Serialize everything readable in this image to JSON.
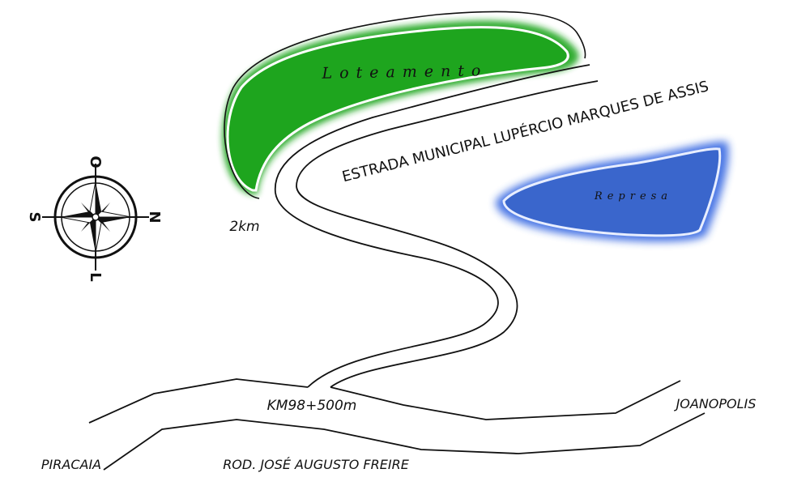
{
  "areas": {
    "loteamento": {
      "label": "Loteamento",
      "color": "#1ea51e"
    },
    "represa": {
      "label": "Represa",
      "color": "#3a66cc"
    }
  },
  "roads": {
    "estrada_municipal": "ESTRADA MUNICIPAL LUPÉRCIO MARQUES DE ASSIS",
    "rodovia": "ROD. JOSÉ AUGUSTO FREIRE"
  },
  "labels": {
    "distance": "2km",
    "junction": "KM98+500m",
    "piracaia": "PIRACAIA",
    "joanopolis": "JOANOPOLIS"
  },
  "compass": {
    "top": "O",
    "right": "N",
    "bottom": "L",
    "left": "S"
  }
}
